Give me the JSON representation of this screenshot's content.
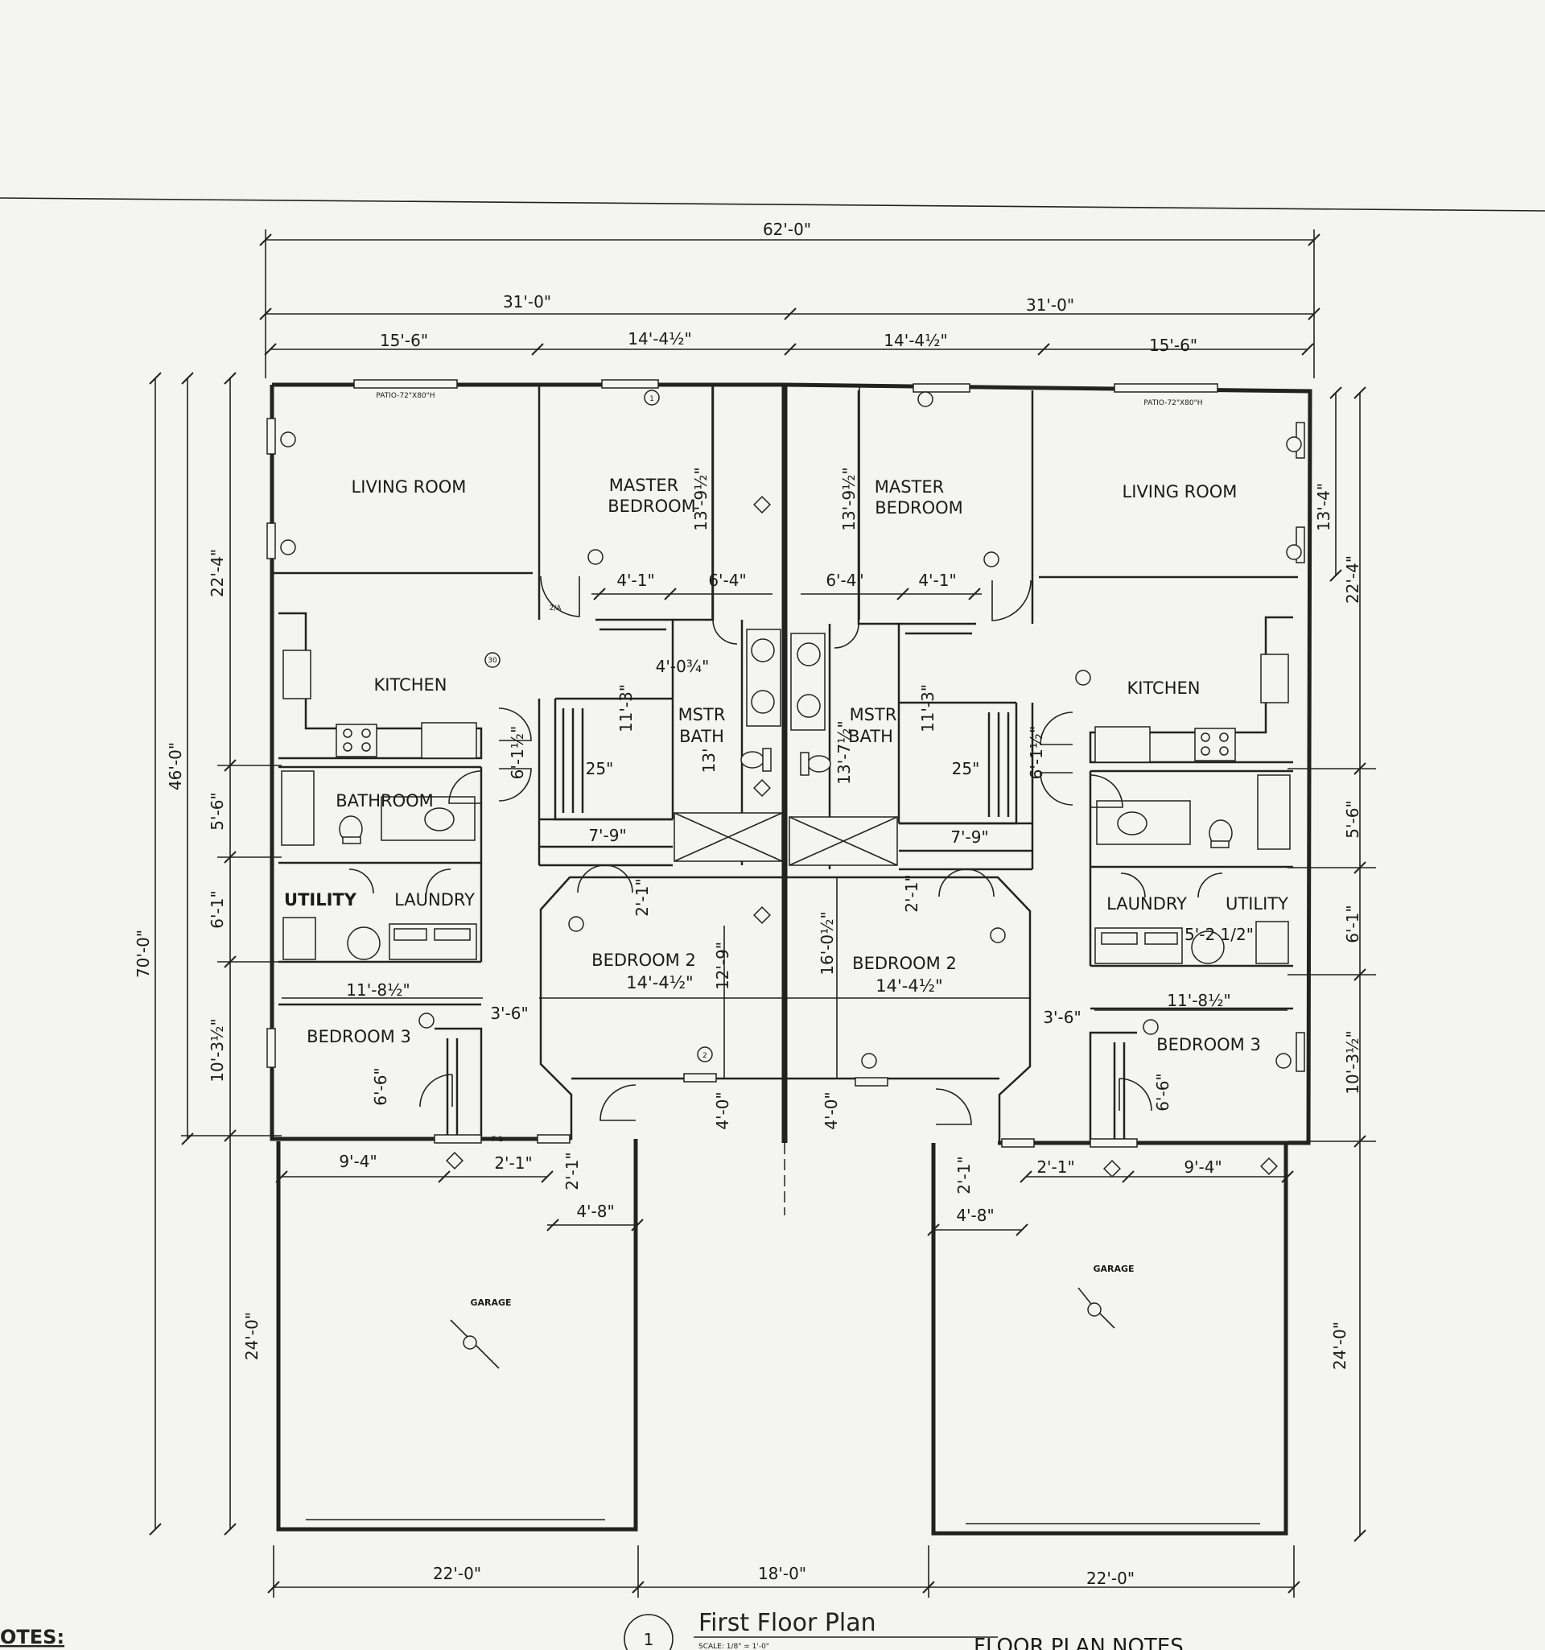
{
  "overall_dims": {
    "total_width": "62'-0\"",
    "half_left": "31'-0\"",
    "half_right": "31'-0\"",
    "left_living": "15'-6\"",
    "left_master": "14'-4½\"",
    "right_master": "14'-4½\"",
    "right_living": "15'-6\""
  },
  "left_dims": {
    "total_70": "70'-0\"",
    "house_46": "46'-0\"",
    "living_22": "22'-4\"",
    "bath_5": "5'-6\"",
    "laundry_6": "6'-1\"",
    "bedroom3_10": "10'-3½\"",
    "garage_24": "24'-0\""
  },
  "right_dims": {
    "living_13": "13'-4\"",
    "living_22": "22'-4\"",
    "bath_5": "5'-6\"",
    "laundry_6": "6'-1\"",
    "bedroom3_10": "10'-3½\"",
    "garage_24": "24'-0\""
  },
  "inner_dims": {
    "l_4_1": "4'-1\"",
    "l_6_4": "6'-4\"",
    "r_6_4": "6'-4\"",
    "r_4_1": "4'-1\"",
    "l_master_13": "13'-9½\"",
    "r_master_13": "13'-9½\"",
    "l_4_0": "4'-0¾\"",
    "l_11_3": "11'-3\"",
    "r_11_3": "11'-3\"",
    "l_13": "13'",
    "r_13": "13'-7½\"",
    "l_25": "25\"",
    "r_25": "25\"",
    "l_6_1": "6'-1½\"",
    "r_6_1": "6'-1½\"",
    "l_7_9": "7'-9\"",
    "r_7_9": "7'-9\"",
    "l_2_1": "2'-1\"",
    "r_2_1": "2'-1\"",
    "l_11_8": "11'-8½\"",
    "r_11_8": "11'-8½\"",
    "l_3_6": "3'-6\"",
    "r_3_6": "3'-6\"",
    "l_6_6": "6'-6\"",
    "r_6_6": "6'-6\"",
    "l_bed2_12": "12'-9\"",
    "r_bed2_16": "16'-0½\"",
    "l_4_0b": "4'-0\"",
    "r_4_0b": "4'-0\"",
    "l_9_4": "9'-4\"",
    "r_9_4": "9'-4\"",
    "l_2_1b": "2'-1\"",
    "r_2_1b": "2'-1\"",
    "l_4_8": "4'-8\"",
    "r_4_8": "4'-8\"",
    "r_5_2": "5'-2 1/2\"",
    "l_2_1v": "2'-1\"",
    "r_2_1v": "2'-1\""
  },
  "bottom_dims": {
    "garage_left": "22'-0\"",
    "between": "18'-0\"",
    "garage_right": "22'-0\""
  },
  "rooms": {
    "l_living": "LIVING ROOM",
    "l_master_1": "MASTER",
    "l_master_2": "BEDROOM",
    "r_master_1": "MASTER",
    "r_master_2": "BEDROOM",
    "r_living": "LIVING ROOM",
    "l_kitchen": "KITCHEN",
    "r_kitchen": "KITCHEN",
    "l_mstr_1": "MSTR",
    "l_mstr_2": "BATH",
    "r_mstr_1": "MSTR",
    "r_mstr_2": "BATH",
    "l_bathroom": "BATHROOM",
    "l_utility": "UTILITY",
    "l_laundry": "LAUNDRY",
    "r_laundry": "LAUNDRY",
    "r_utility": "UTILITY",
    "l_bedroom2": "BEDROOM 2",
    "l_bedroom2_dim": "14'-4½\"",
    "r_bedroom2": "BEDROOM 2",
    "r_bedroom2_dim": "14'-4½\"",
    "l_bedroom3": "BEDROOM 3",
    "r_bedroom3": "BEDROOM 3",
    "l_garage": "GARAGE",
    "r_garage": "GARAGE"
  },
  "markers": {
    "patio_left": "PATIO-72\"X80\"H",
    "patio_right": "PATIO-72\"X80\"H",
    "window_1": "1",
    "window_2": "2",
    "callout_30": "30",
    "callout_2a": "2/A",
    "callout_f1": "F-1"
  },
  "title_block": {
    "number": "1",
    "title": "First Floor Plan",
    "scale": "SCALE: 1/8\" = 1'-0\"",
    "floor_plan_notes": "FLOOR PLAN NOTES",
    "notes_label": "OTES:"
  }
}
